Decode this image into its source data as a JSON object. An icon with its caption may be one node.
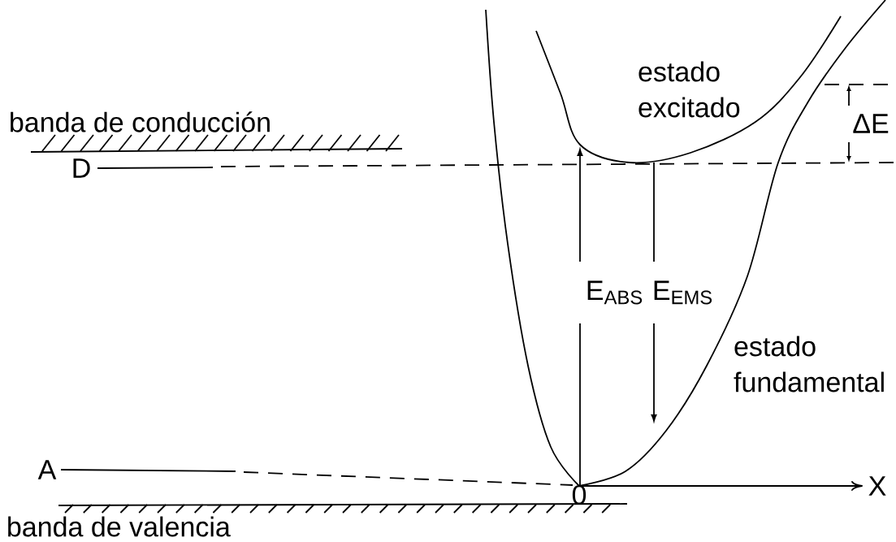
{
  "diagram": {
    "labels": [
      "banda de conducción",
      "estado excitado",
      "ΔE",
      "D",
      "E$_{ABS}$",
      "E$_{EMS}$",
      "estado fundamental",
      "A",
      "0",
      "X",
      "banda de valencia"
    ]
  }
}
